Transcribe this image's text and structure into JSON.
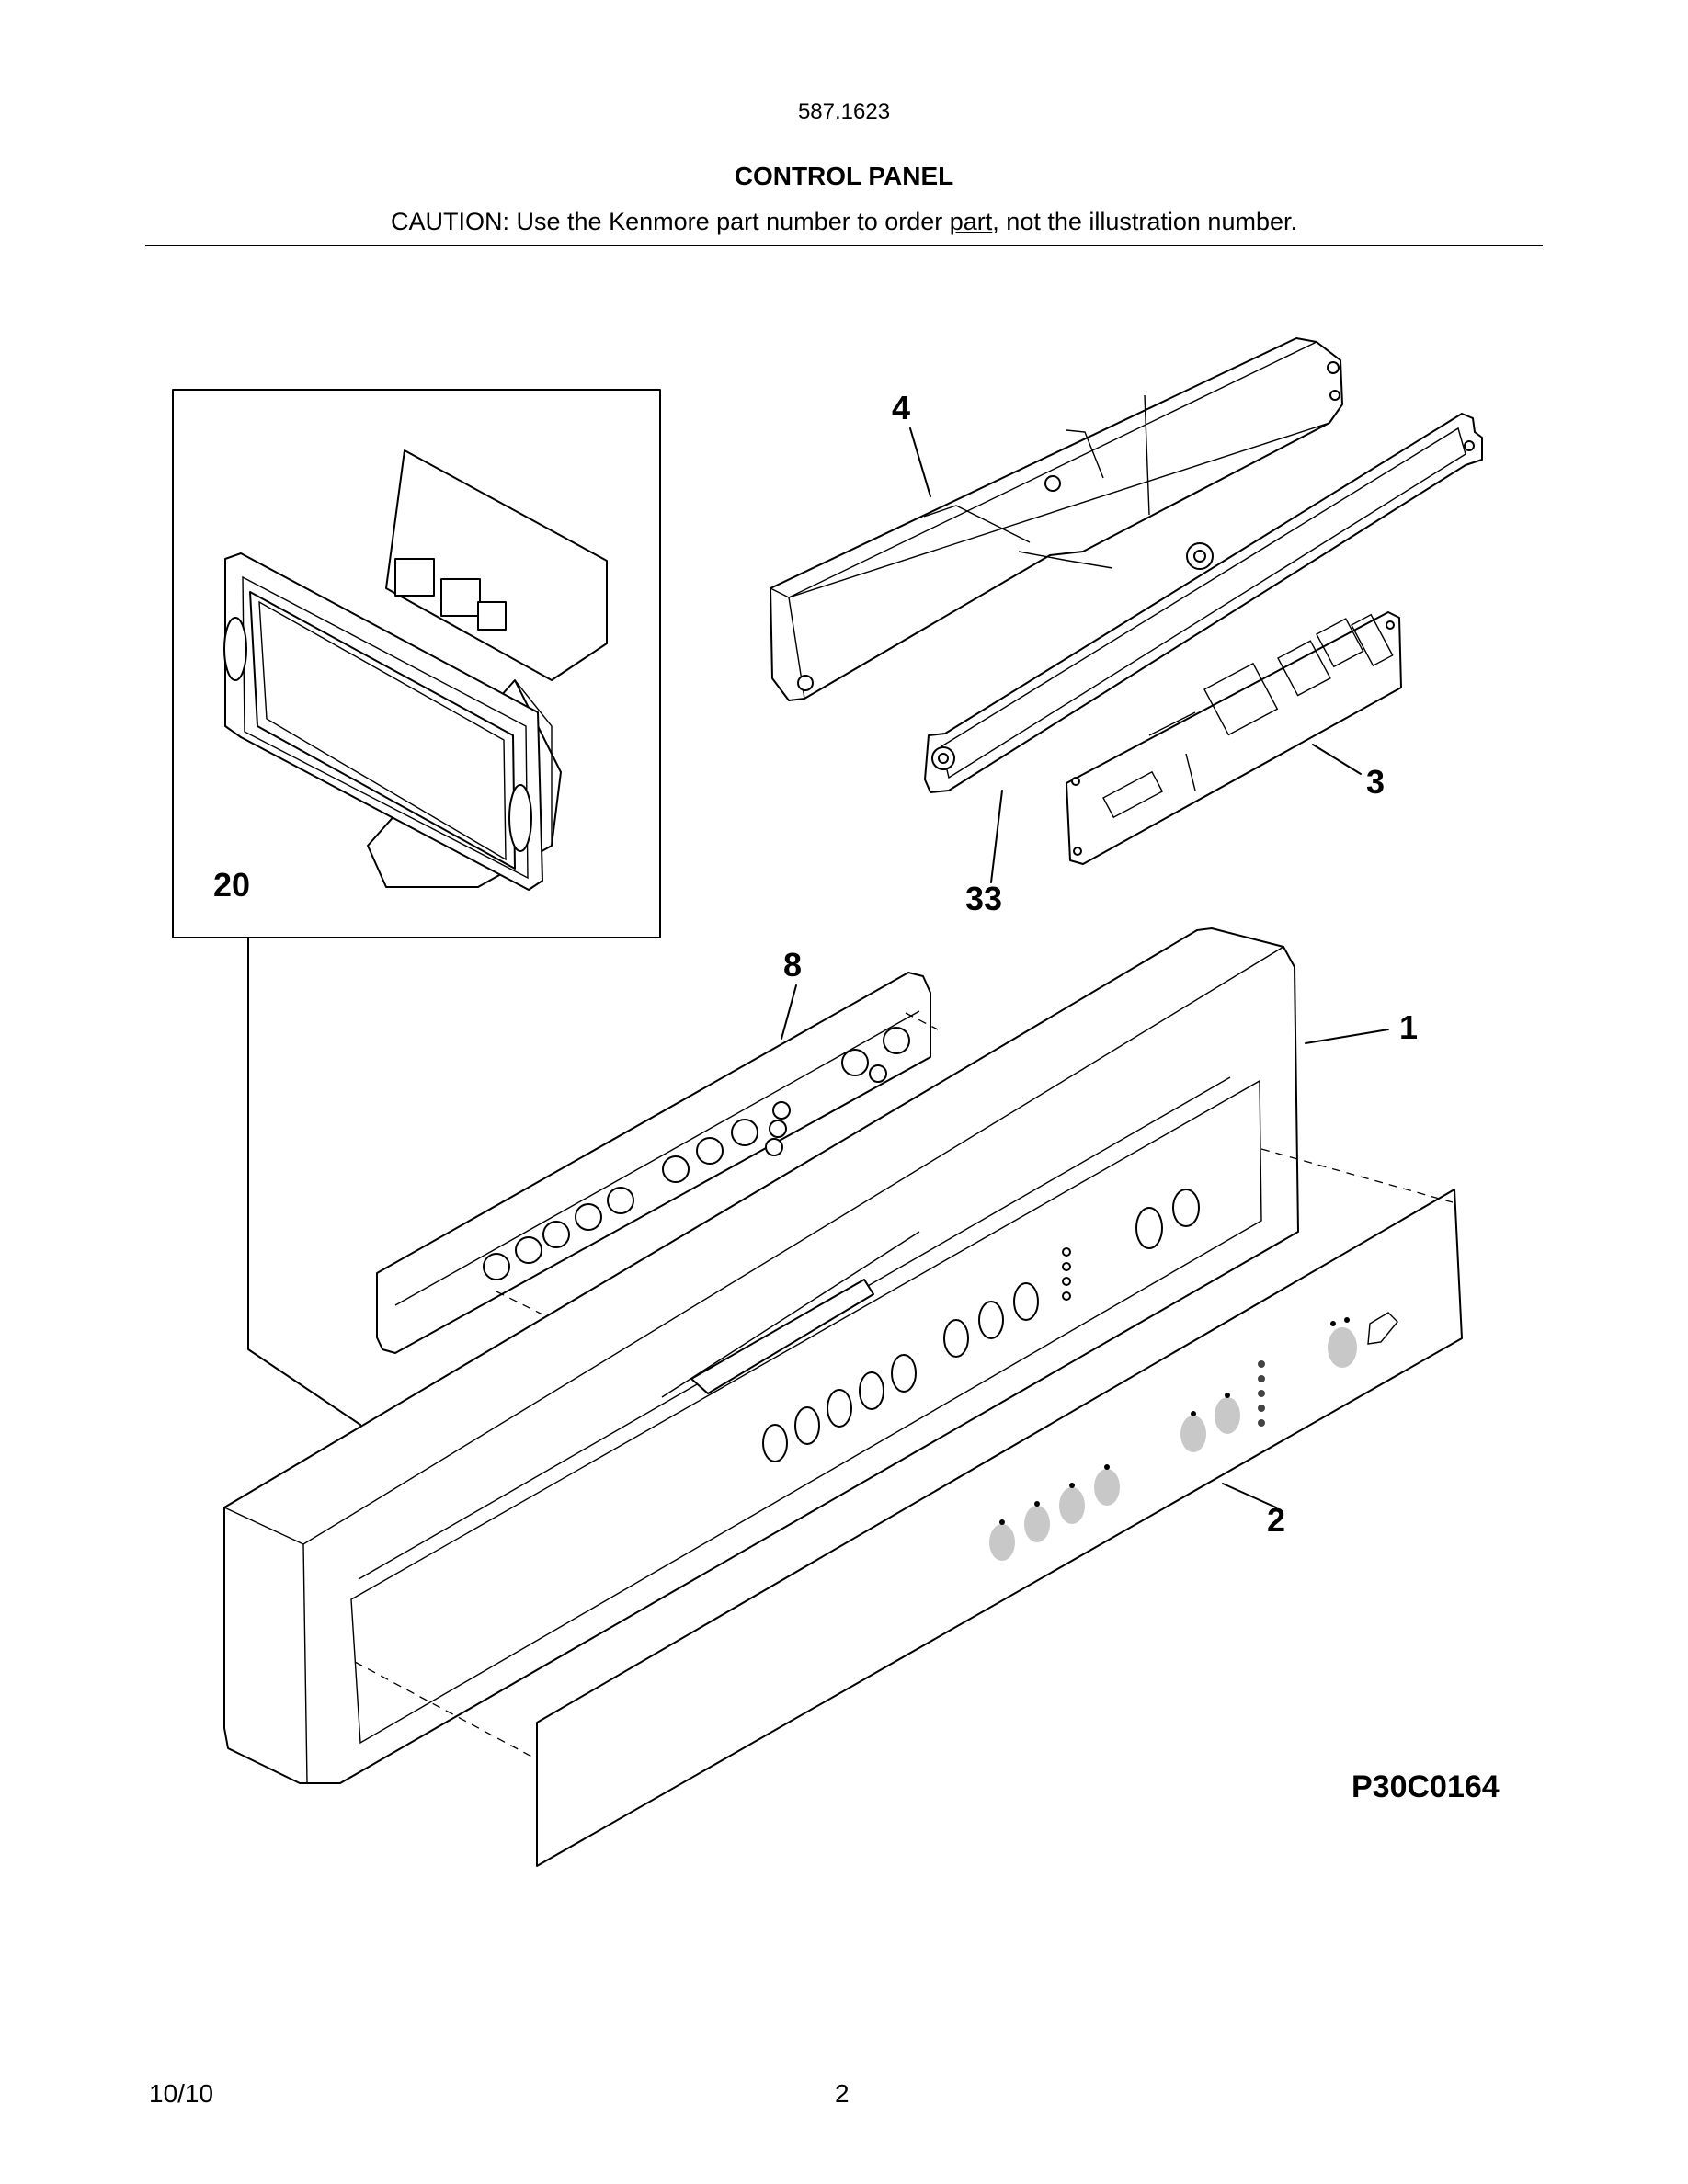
{
  "header": {
    "model_number": "587.1623",
    "title": "CONTROL PANEL",
    "caution_before": "CAUTION: Use the Kenmore part number to order ",
    "caution_underlined": "part",
    "caution_after": ", not the illustration number."
  },
  "diagram": {
    "callouts": {
      "p20": "20",
      "p4": "4",
      "p3": "3",
      "p33": "33",
      "p8": "8",
      "p1": "1",
      "p2": "2"
    },
    "code": "P30C0164"
  },
  "footer": {
    "date": "10/10",
    "page": "2"
  }
}
